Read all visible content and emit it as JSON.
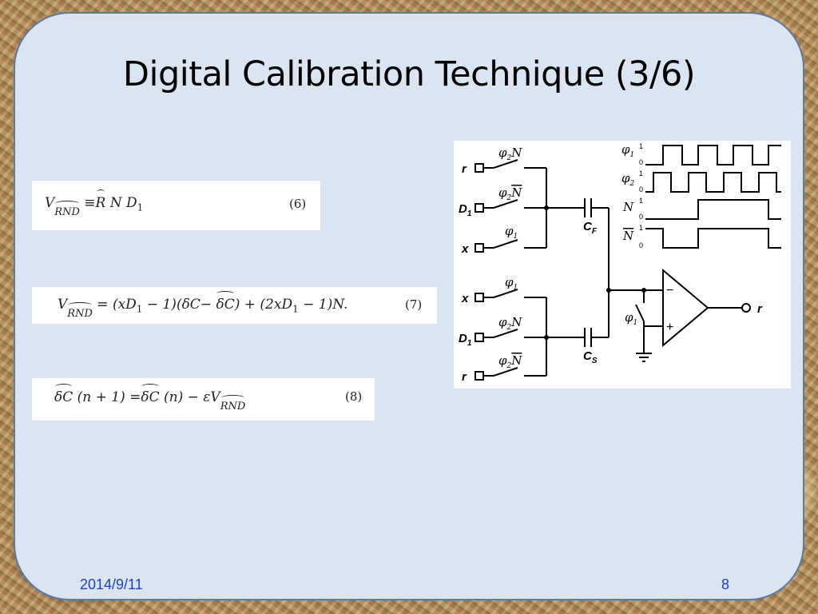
{
  "slide": {
    "title": "Digital Calibration Technique (3/6)",
    "date": "2014/9/11",
    "page_number": "8"
  },
  "equations": [
    {
      "number": "(6)",
      "lhs": "V",
      "lhs_subscript": "RND",
      "relation": "≡",
      "rhs_symbol": "R",
      "rhs_rest": "N D",
      "rhs_subscript": "1"
    },
    {
      "number": "(7)",
      "lhs": "V",
      "lhs_subscript": "RND",
      "relation": "=",
      "part1": "(xD",
      "part1_sub": "1",
      "part2": " − 1)(δC− ",
      "hat_term": "δC",
      "part3": ") + (2xD",
      "part3_sub": "1",
      "part4": " − 1)N."
    },
    {
      "number": "(8)",
      "hat_term": "δC",
      "arg1": " (n + 1) =",
      "arg2": " (n) − εV",
      "subscript": "RND"
    }
  ],
  "circuit": {
    "inputs_top": [
      "r",
      "D1",
      "x"
    ],
    "inputs_bottom": [
      "x",
      "D1",
      "r"
    ],
    "switch_labels_top": [
      "φ2N",
      "φ2N̄",
      "φ1"
    ],
    "switch_labels_bottom": [
      "φ1",
      "φ2N",
      "φ2N̄"
    ],
    "capacitors": [
      "CF",
      "CS"
    ],
    "opamp_inputs": [
      "−",
      "+"
    ],
    "reset_switch": "φ1",
    "output": "r",
    "timing_signals": [
      "φ1",
      "φ2",
      "N",
      "N̄"
    ]
  }
}
